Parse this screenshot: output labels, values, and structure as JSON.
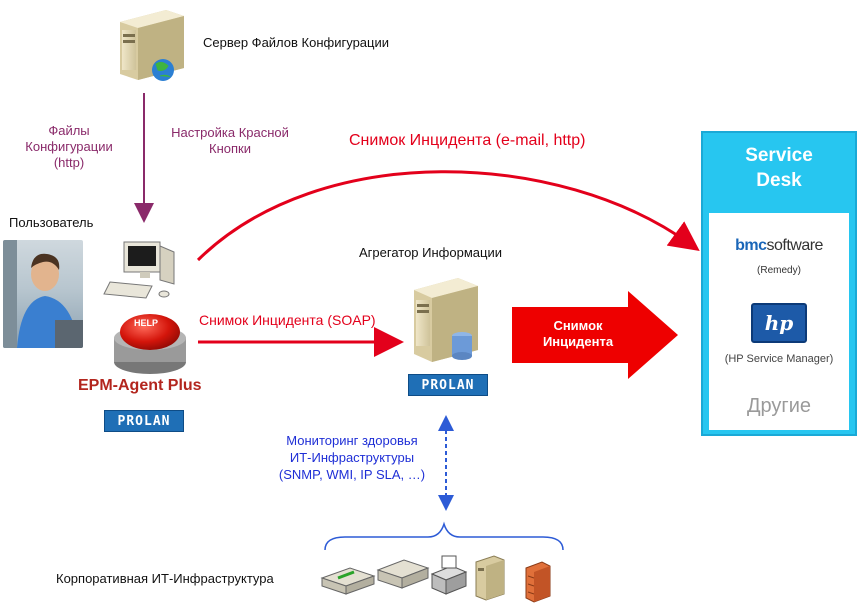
{
  "config_server": {
    "label": "Сервер Файлов Конфигурации",
    "icon": "server-globe-icon"
  },
  "config_files_label": [
    "Файлы",
    "Конфигурации",
    "(http)"
  ],
  "red_button_setup_label": [
    "Настройка Красной",
    "Кнопки"
  ],
  "incident_email_http_label": "Снимок Инцидента (e-mail, http)",
  "user_label": "Пользователь",
  "aggregator_label": "Агрегатор Информации",
  "incident_soap_label": "Снимок Инцидента (SOAP)",
  "big_arrow_label": [
    "Снимок",
    "Инцидента"
  ],
  "epm_agent_label": "EPM-Agent Plus",
  "prolan_logo": "PROLAN",
  "help_button_text": "HELP",
  "monitoring_label": [
    "Мониторинг здоровья",
    "ИТ-Инфраструктуры",
    "(SNMP, WMI, IP SLA, …)"
  ],
  "corporate_infra_label": "Корпоративная ИТ-Инфраструктура",
  "service_desk": {
    "title": [
      "Service",
      "Desk"
    ],
    "bmc_brand": "bmc",
    "bmc_brand_suffix": "software",
    "bmc_sub": "(Remedy)",
    "hp_brand": "hp",
    "hp_sub": "(HP Service Manager)",
    "others": "Другие"
  },
  "colors": {
    "red": "#e3001b",
    "purple": "#8a2a6a",
    "blue": "#1f2fd6",
    "service_desk_bg": "#27c6f0",
    "prolan_blue": "#1f6fb6"
  }
}
